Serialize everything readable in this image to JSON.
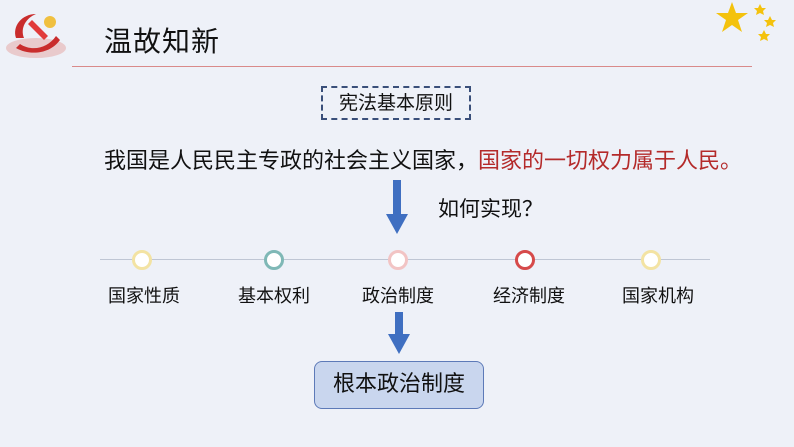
{
  "header": {
    "title": "温故知新"
  },
  "principle_box": {
    "label": "宪法基本原则"
  },
  "statement": {
    "part1": "我国是人民民主专政的社会主义国家，",
    "part2": "国家的一切权力属于人民。"
  },
  "question": "如何实现？",
  "timeline": {
    "nodes": [
      {
        "label": "国家性质",
        "color": "#f3e3a3"
      },
      {
        "label": "基本权利",
        "color": "#7fb8b6"
      },
      {
        "label": "政治制度",
        "color": "#f2c4c4"
      },
      {
        "label": "经济制度",
        "color": "#d64a4a"
      },
      {
        "label": "国家机构",
        "color": "#f3e3a3"
      }
    ]
  },
  "result_box": {
    "label": "根本政治制度"
  },
  "colors": {
    "accent_red": "#b42a2a",
    "arrow_blue": "#3f6fc1",
    "background": "#eef1f8"
  }
}
